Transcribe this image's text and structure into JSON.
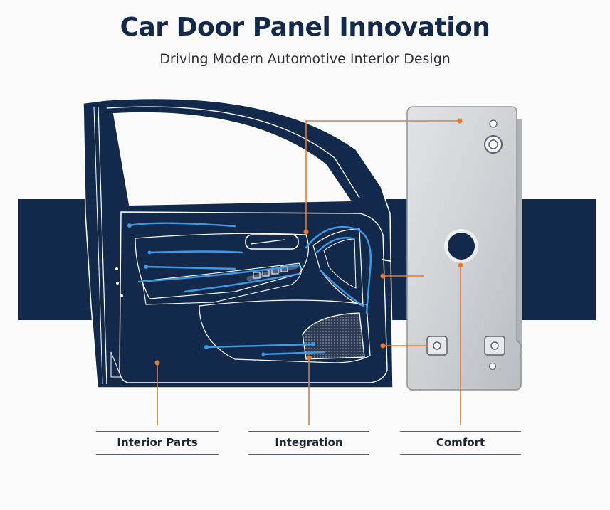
{
  "header": {
    "title": "Car Door Panel Innovation",
    "subtitle": "Driving Modern Automotive Interior Design"
  },
  "labels": [
    {
      "text": "Interior Parts"
    },
    {
      "text": "Integration"
    },
    {
      "text": "Comfort"
    }
  ],
  "colors": {
    "navy": "#13294b",
    "accent_orange": "#e9782a",
    "accent_blue": "#3d9be6",
    "panel_gray": "#c9cbcf"
  }
}
